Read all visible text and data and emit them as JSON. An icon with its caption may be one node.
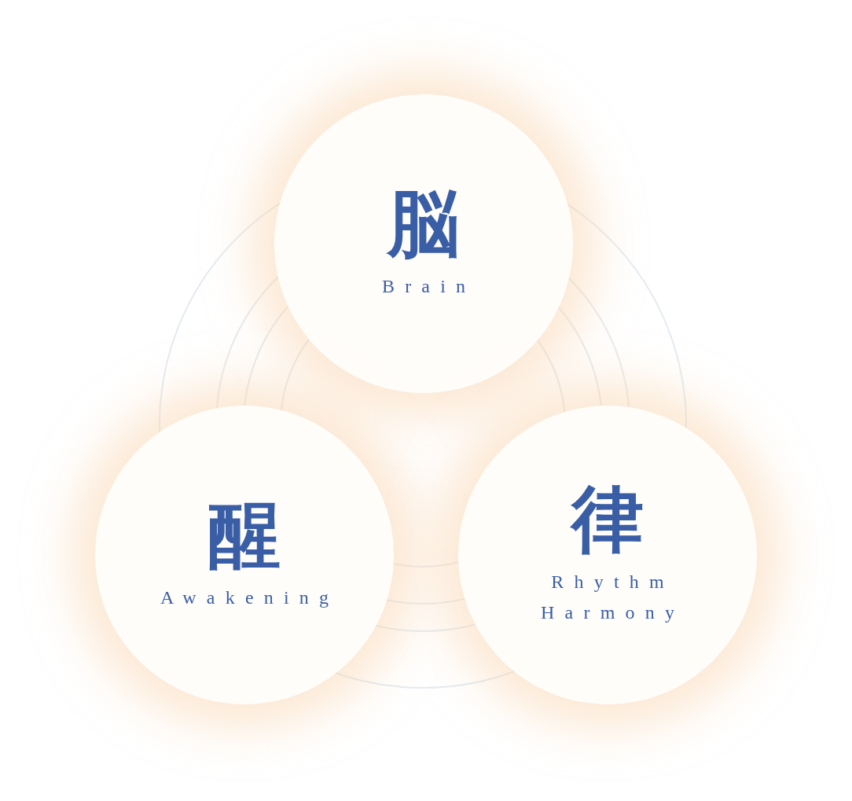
{
  "diagram": {
    "nodes": [
      {
        "text": [
          "脳",
          "Brain"
        ]
      },
      {
        "text": [
          "醒",
          "Awakening"
        ]
      },
      {
        "text": [
          "律",
          "Rhythm Harmony"
        ]
      }
    ]
  }
}
